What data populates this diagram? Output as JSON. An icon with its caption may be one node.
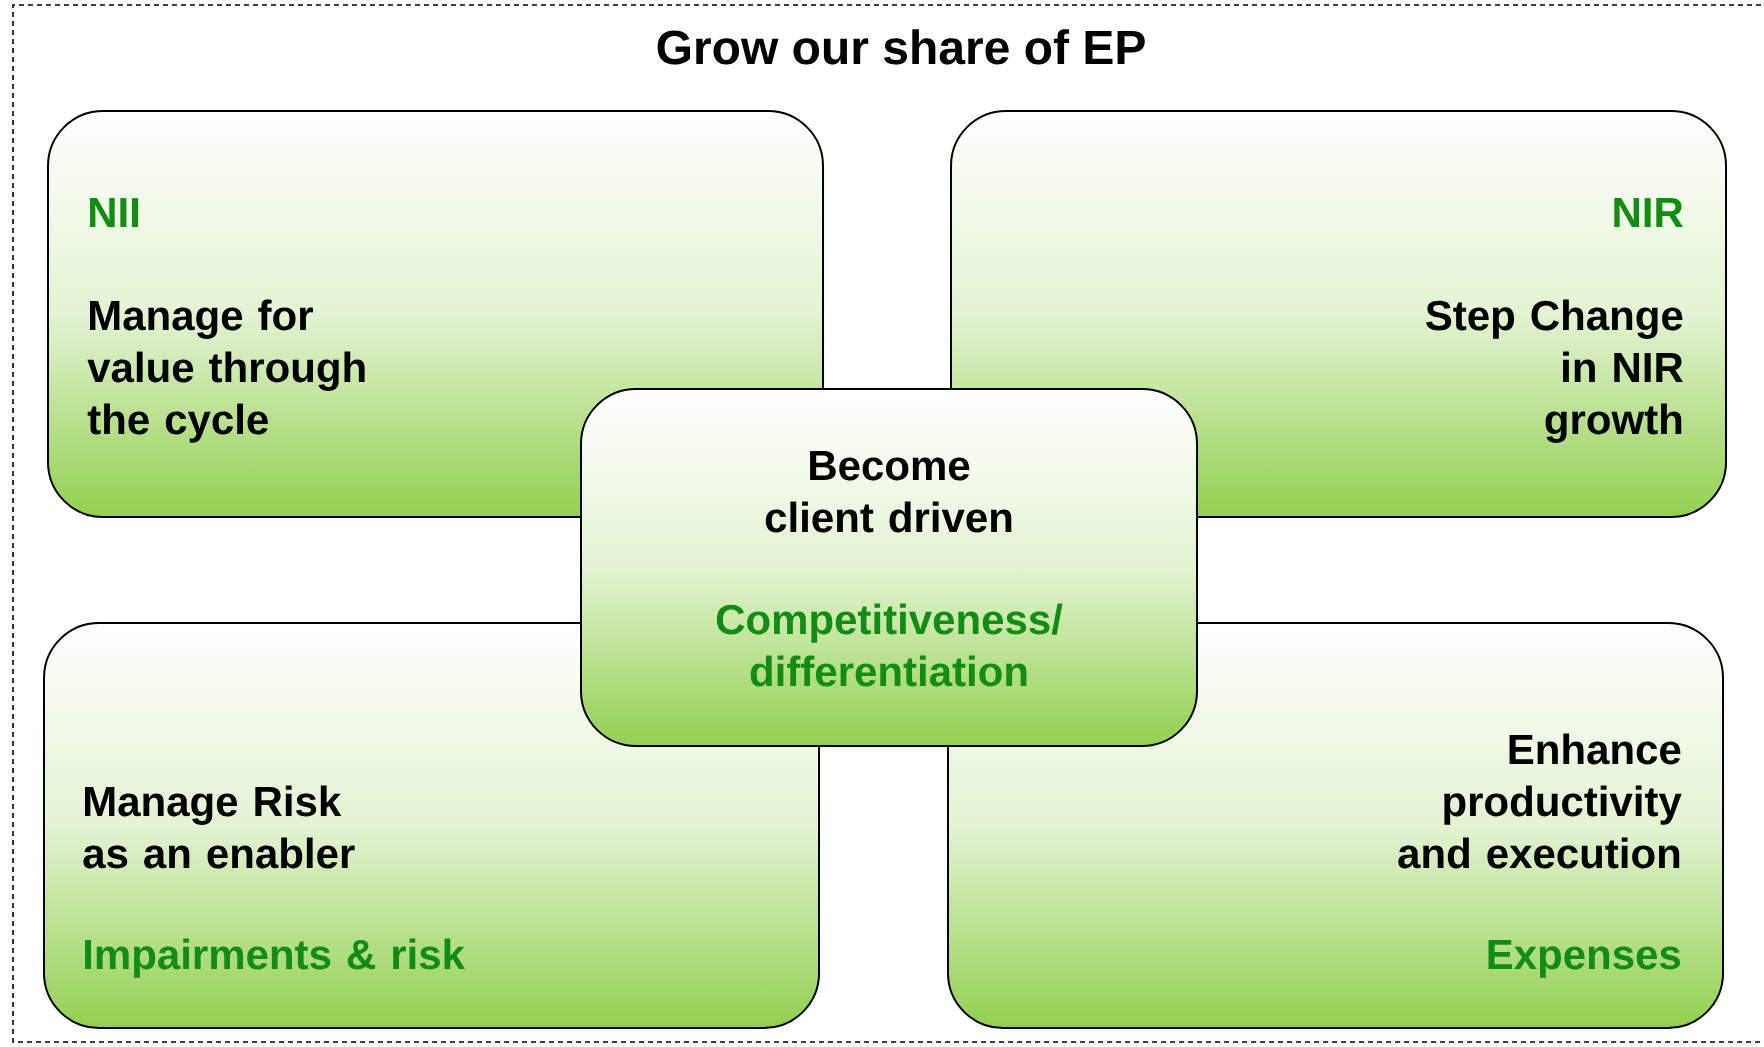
{
  "diagram": {
    "nodes": [
      {
        "text": [
          "Grow our share of EP"
        ]
      },
      {
        "text": [
          "NII",
          "Manage for value through the cycle"
        ],
        "in": 0
      },
      {
        "text": [
          "NIR",
          "Step Change in NIR growth"
        ],
        "in": 0
      },
      {
        "text": [
          "Become client driven",
          "Competitiveness/ differentiation"
        ],
        "in": 0
      },
      {
        "text": [
          "Manage Risk as an enabler",
          "Impairments & risk"
        ],
        "in": 0
      },
      {
        "text": [
          "Enhance productivity and execution",
          "Expenses"
        ],
        "in": 0
      }
    ]
  }
}
